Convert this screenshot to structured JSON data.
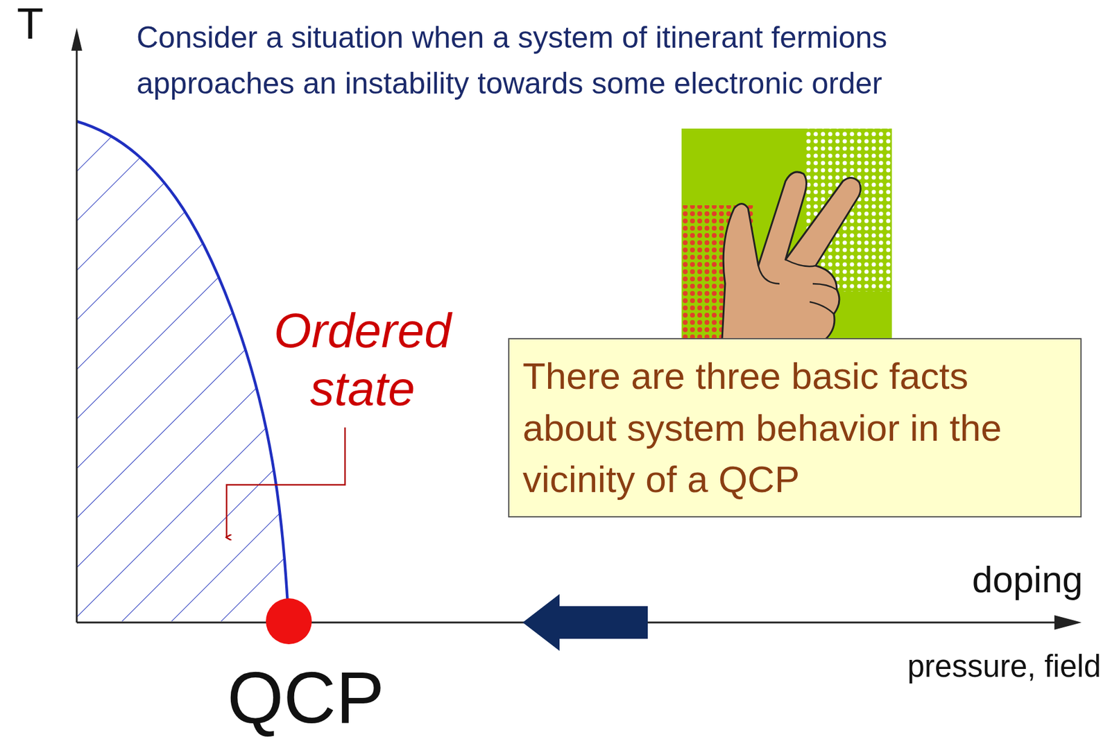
{
  "diagram": {
    "title": "Consider a situation when a system of itinerant fermions approaches an instability towards some electronic order",
    "nodes": [
      {
        "text": [
          "There are three basic facts about system behavior in the vicinity of a QCP"
        ]
      }
    ],
    "labels": [
      "T",
      "Ordered state",
      "QCP",
      "doping",
      "pressure, field"
    ]
  }
}
